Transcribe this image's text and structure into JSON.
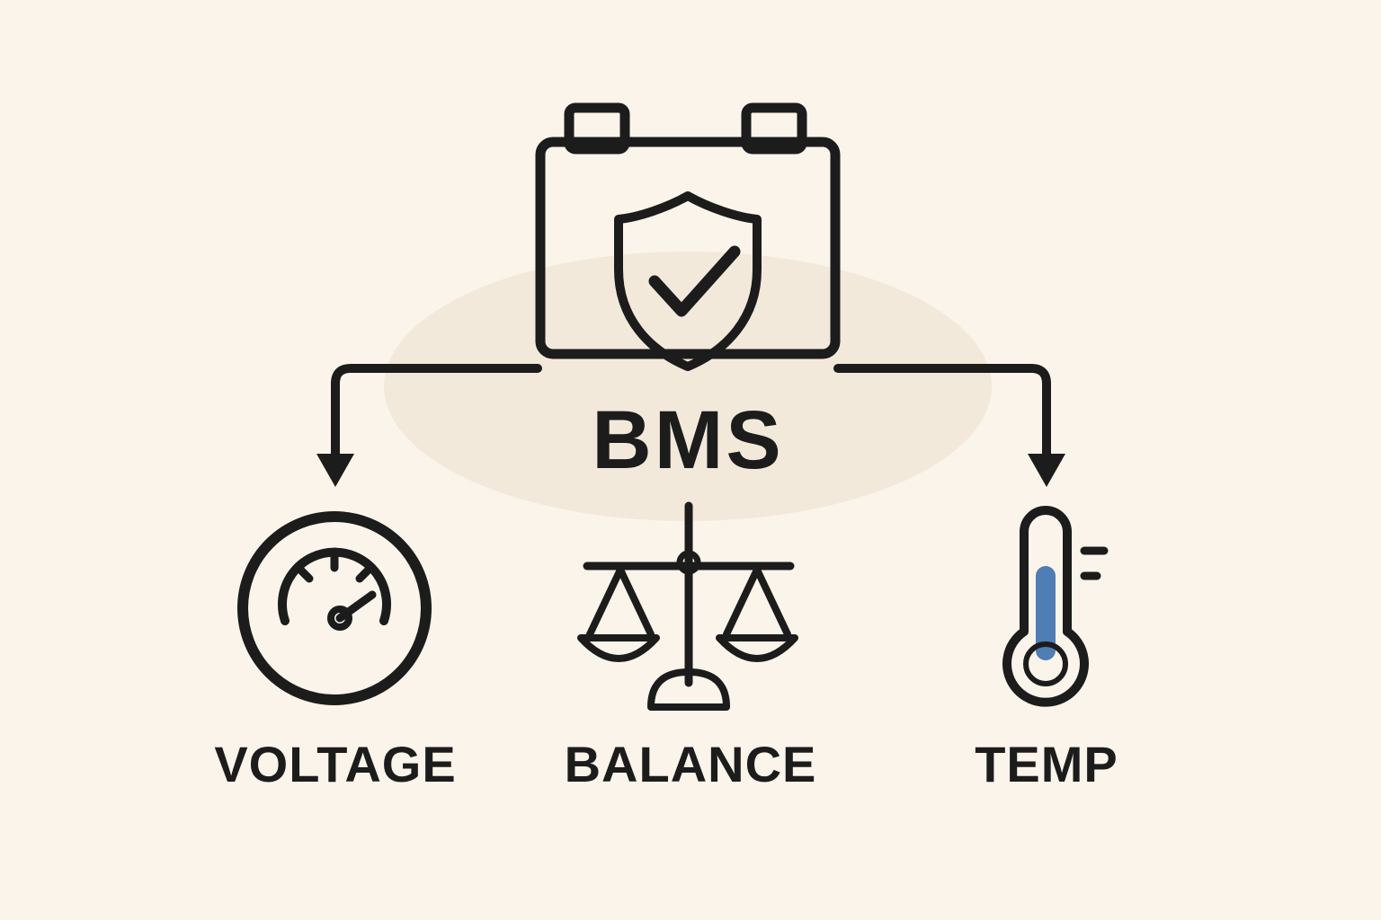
{
  "diagram": {
    "title": "BMS",
    "center_icon": "battery-shield-check-icon",
    "nodes": [
      {
        "label": "VOLTAGE",
        "icon": "gauge-icon"
      },
      {
        "label": "BALANCE",
        "icon": "balance-scale-icon"
      },
      {
        "label": "TEMP",
        "icon": "thermometer-icon"
      }
    ],
    "colors": {
      "background": "#FAF4EA",
      "ellipse": "#F2E9DA",
      "orange": "#F4661F",
      "outline": "#1C1C1C",
      "blue_light": "#A9C9E8",
      "blue_mid": "#4E7EB3"
    }
  }
}
